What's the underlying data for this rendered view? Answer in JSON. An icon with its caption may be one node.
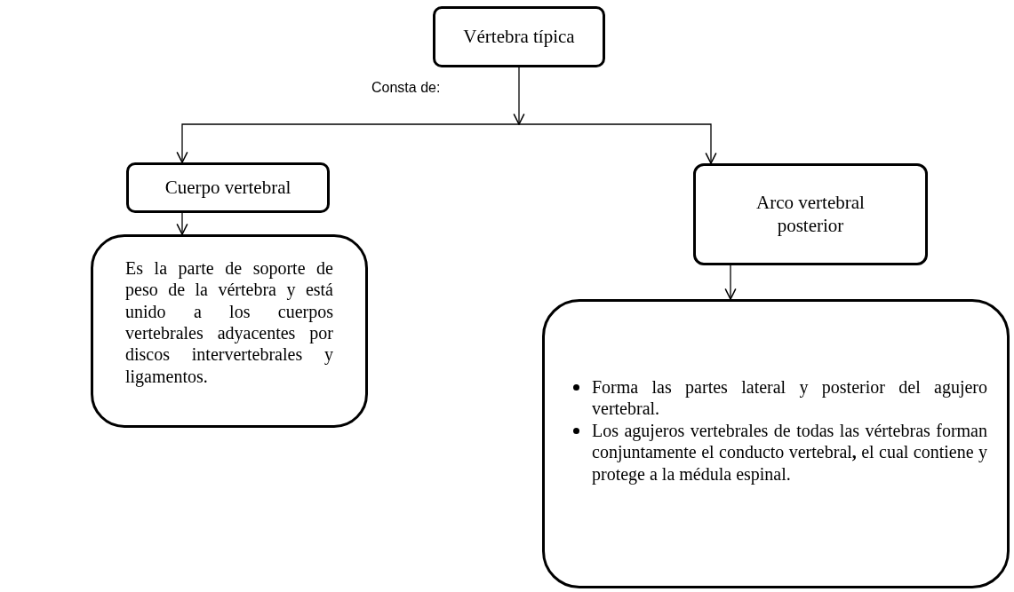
{
  "diagram": {
    "nodes": [
      {
        "text": [
          "Vértebra típica"
        ]
      },
      {
        "text": [
          "Cuerpo vertebral"
        ]
      },
      {
        "text": [
          "Es la parte de soporte de peso de la vértebra y está unido a los cuerpos vertebrales adyacentes por discos intervertebrales y ligamentos."
        ]
      },
      {
        "text": [
          "Arco vertebral posterior"
        ]
      },
      {
        "text": [
          "Forma las partes lateral y posterior del agujero vertebral.",
          "Los agujeros vertebrales de todas las vértebras forman conjuntamente el conducto vertebral**,** el cual contiene y protege a la médula espinal."
        ]
      }
    ],
    "edges": [
      {
        "from": 0,
        "to": 1,
        "arrow": "to"
      },
      {
        "from": 0,
        "to": 3,
        "arrow": "to"
      },
      {
        "from": 1,
        "to": 2,
        "arrow": "to"
      },
      {
        "from": 3,
        "to": 4,
        "arrow": "to"
      }
    ],
    "labels": [
      "Consta de:"
    ]
  }
}
